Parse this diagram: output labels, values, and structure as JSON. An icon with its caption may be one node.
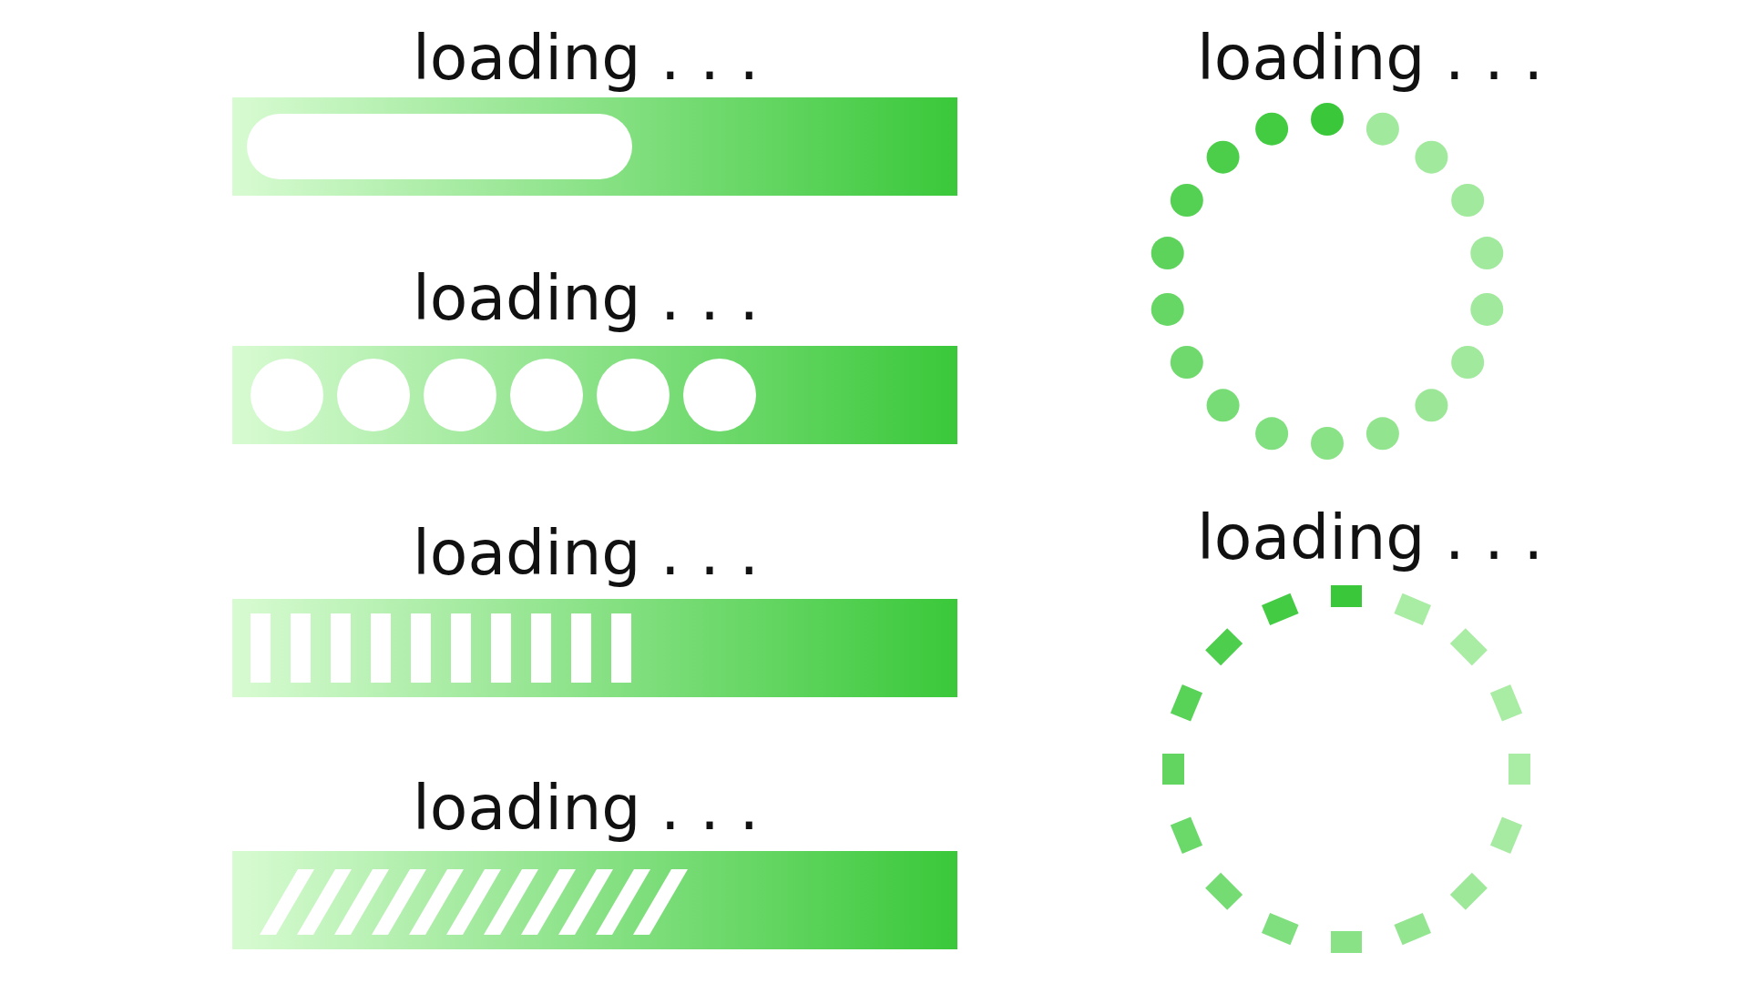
{
  "diagram": {
    "nodes": [
      {
        "text": [
          "loading . . ."
        ]
      },
      {
        "text": [
          "loading . . ."
        ]
      },
      {
        "text": [
          "loading . . ."
        ]
      },
      {
        "text": [
          "loading . . ."
        ]
      },
      {
        "text": [
          "loading . . ."
        ]
      },
      {
        "text": [
          "loading . . ."
        ]
      }
    ]
  }
}
